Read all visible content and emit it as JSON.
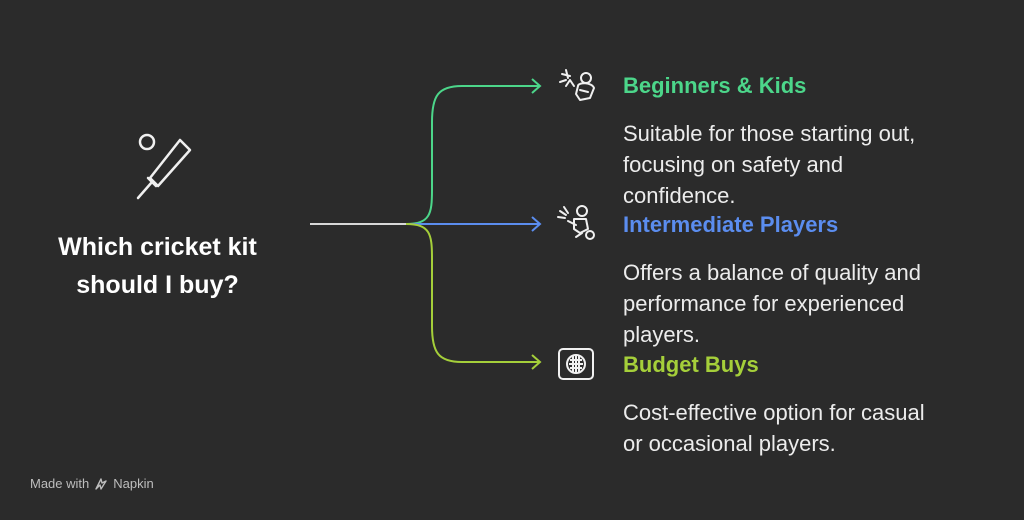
{
  "question": {
    "line1": "Which cricket kit",
    "line2": "should I buy?"
  },
  "options": [
    {
      "title": "Beginners & Kids",
      "desc_lines": [
        "Suitable for those starting out,",
        "focusing on safety and",
        "confidence."
      ],
      "color": "#4cd68a",
      "icon": "kid-batting-icon"
    },
    {
      "title": "Intermediate Players",
      "desc_lines": [
        "Offers a balance of quality and",
        "performance for experienced",
        "players."
      ],
      "color": "#5b8def",
      "icon": "player-kneeling-icon"
    },
    {
      "title": "Budget Buys",
      "desc_lines": [
        "Cost-effective option for casual",
        "or occasional players."
      ],
      "color": "#a5cf3a",
      "icon": "wallet-icon"
    }
  ],
  "footer": {
    "made_with": "Made with",
    "brand": "Napkin"
  }
}
